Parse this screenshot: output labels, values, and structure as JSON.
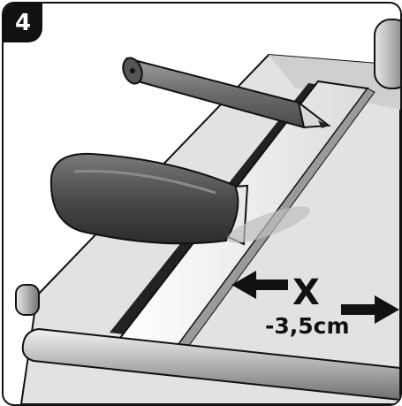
{
  "step": {
    "number": "4"
  },
  "dimension": {
    "symbol": "X",
    "value": "-3,5cm"
  },
  "colors": {
    "outline": "#111111",
    "metal": "#c8c8c8",
    "handle": "#444444",
    "paper": "#e0e0e0"
  },
  "icons": [
    "pencil-icon",
    "cutter-knife-icon",
    "double-arrow-icon"
  ]
}
